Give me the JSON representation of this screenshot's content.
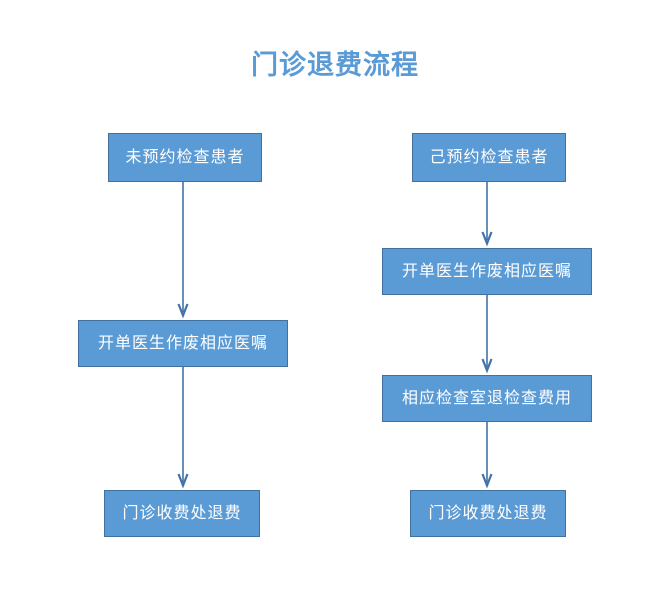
{
  "title": "门诊退费流程",
  "colors": {
    "node_fill": "#5B9BD5",
    "node_border": "#41719C",
    "node_text": "#FFFFFF",
    "title_text": "#5B9BD5",
    "connector": "#4472A8",
    "background": "#FFFFFF"
  },
  "flow": {
    "branches": [
      {
        "id": "unreserved",
        "nodes": [
          {
            "id": "left-1",
            "label": "未预约检查患者"
          },
          {
            "id": "left-2",
            "label": "开单医生作废相应医嘱"
          },
          {
            "id": "left-3",
            "label": "门诊收费处退费"
          }
        ],
        "connectors": [
          {
            "id": "left-conn-1",
            "from": "left-1",
            "to": "left-2",
            "arrow": "down"
          },
          {
            "id": "left-conn-2",
            "from": "left-2",
            "to": "left-3",
            "arrow": "down"
          }
        ]
      },
      {
        "id": "reserved",
        "nodes": [
          {
            "id": "right-1",
            "label": "己预约检查患者"
          },
          {
            "id": "right-2",
            "label": "开单医生作废相应医嘱"
          },
          {
            "id": "right-3",
            "label": "相应检查室退检查费用"
          },
          {
            "id": "right-4",
            "label": "门诊收费处退费"
          }
        ],
        "connectors": [
          {
            "id": "right-conn-1",
            "from": "right-1",
            "to": "right-2",
            "arrow": "down"
          },
          {
            "id": "right-conn-2",
            "from": "right-2",
            "to": "right-3",
            "arrow": "down"
          },
          {
            "id": "right-conn-3",
            "from": "right-3",
            "to": "right-4",
            "arrow": "down"
          }
        ]
      }
    ]
  }
}
